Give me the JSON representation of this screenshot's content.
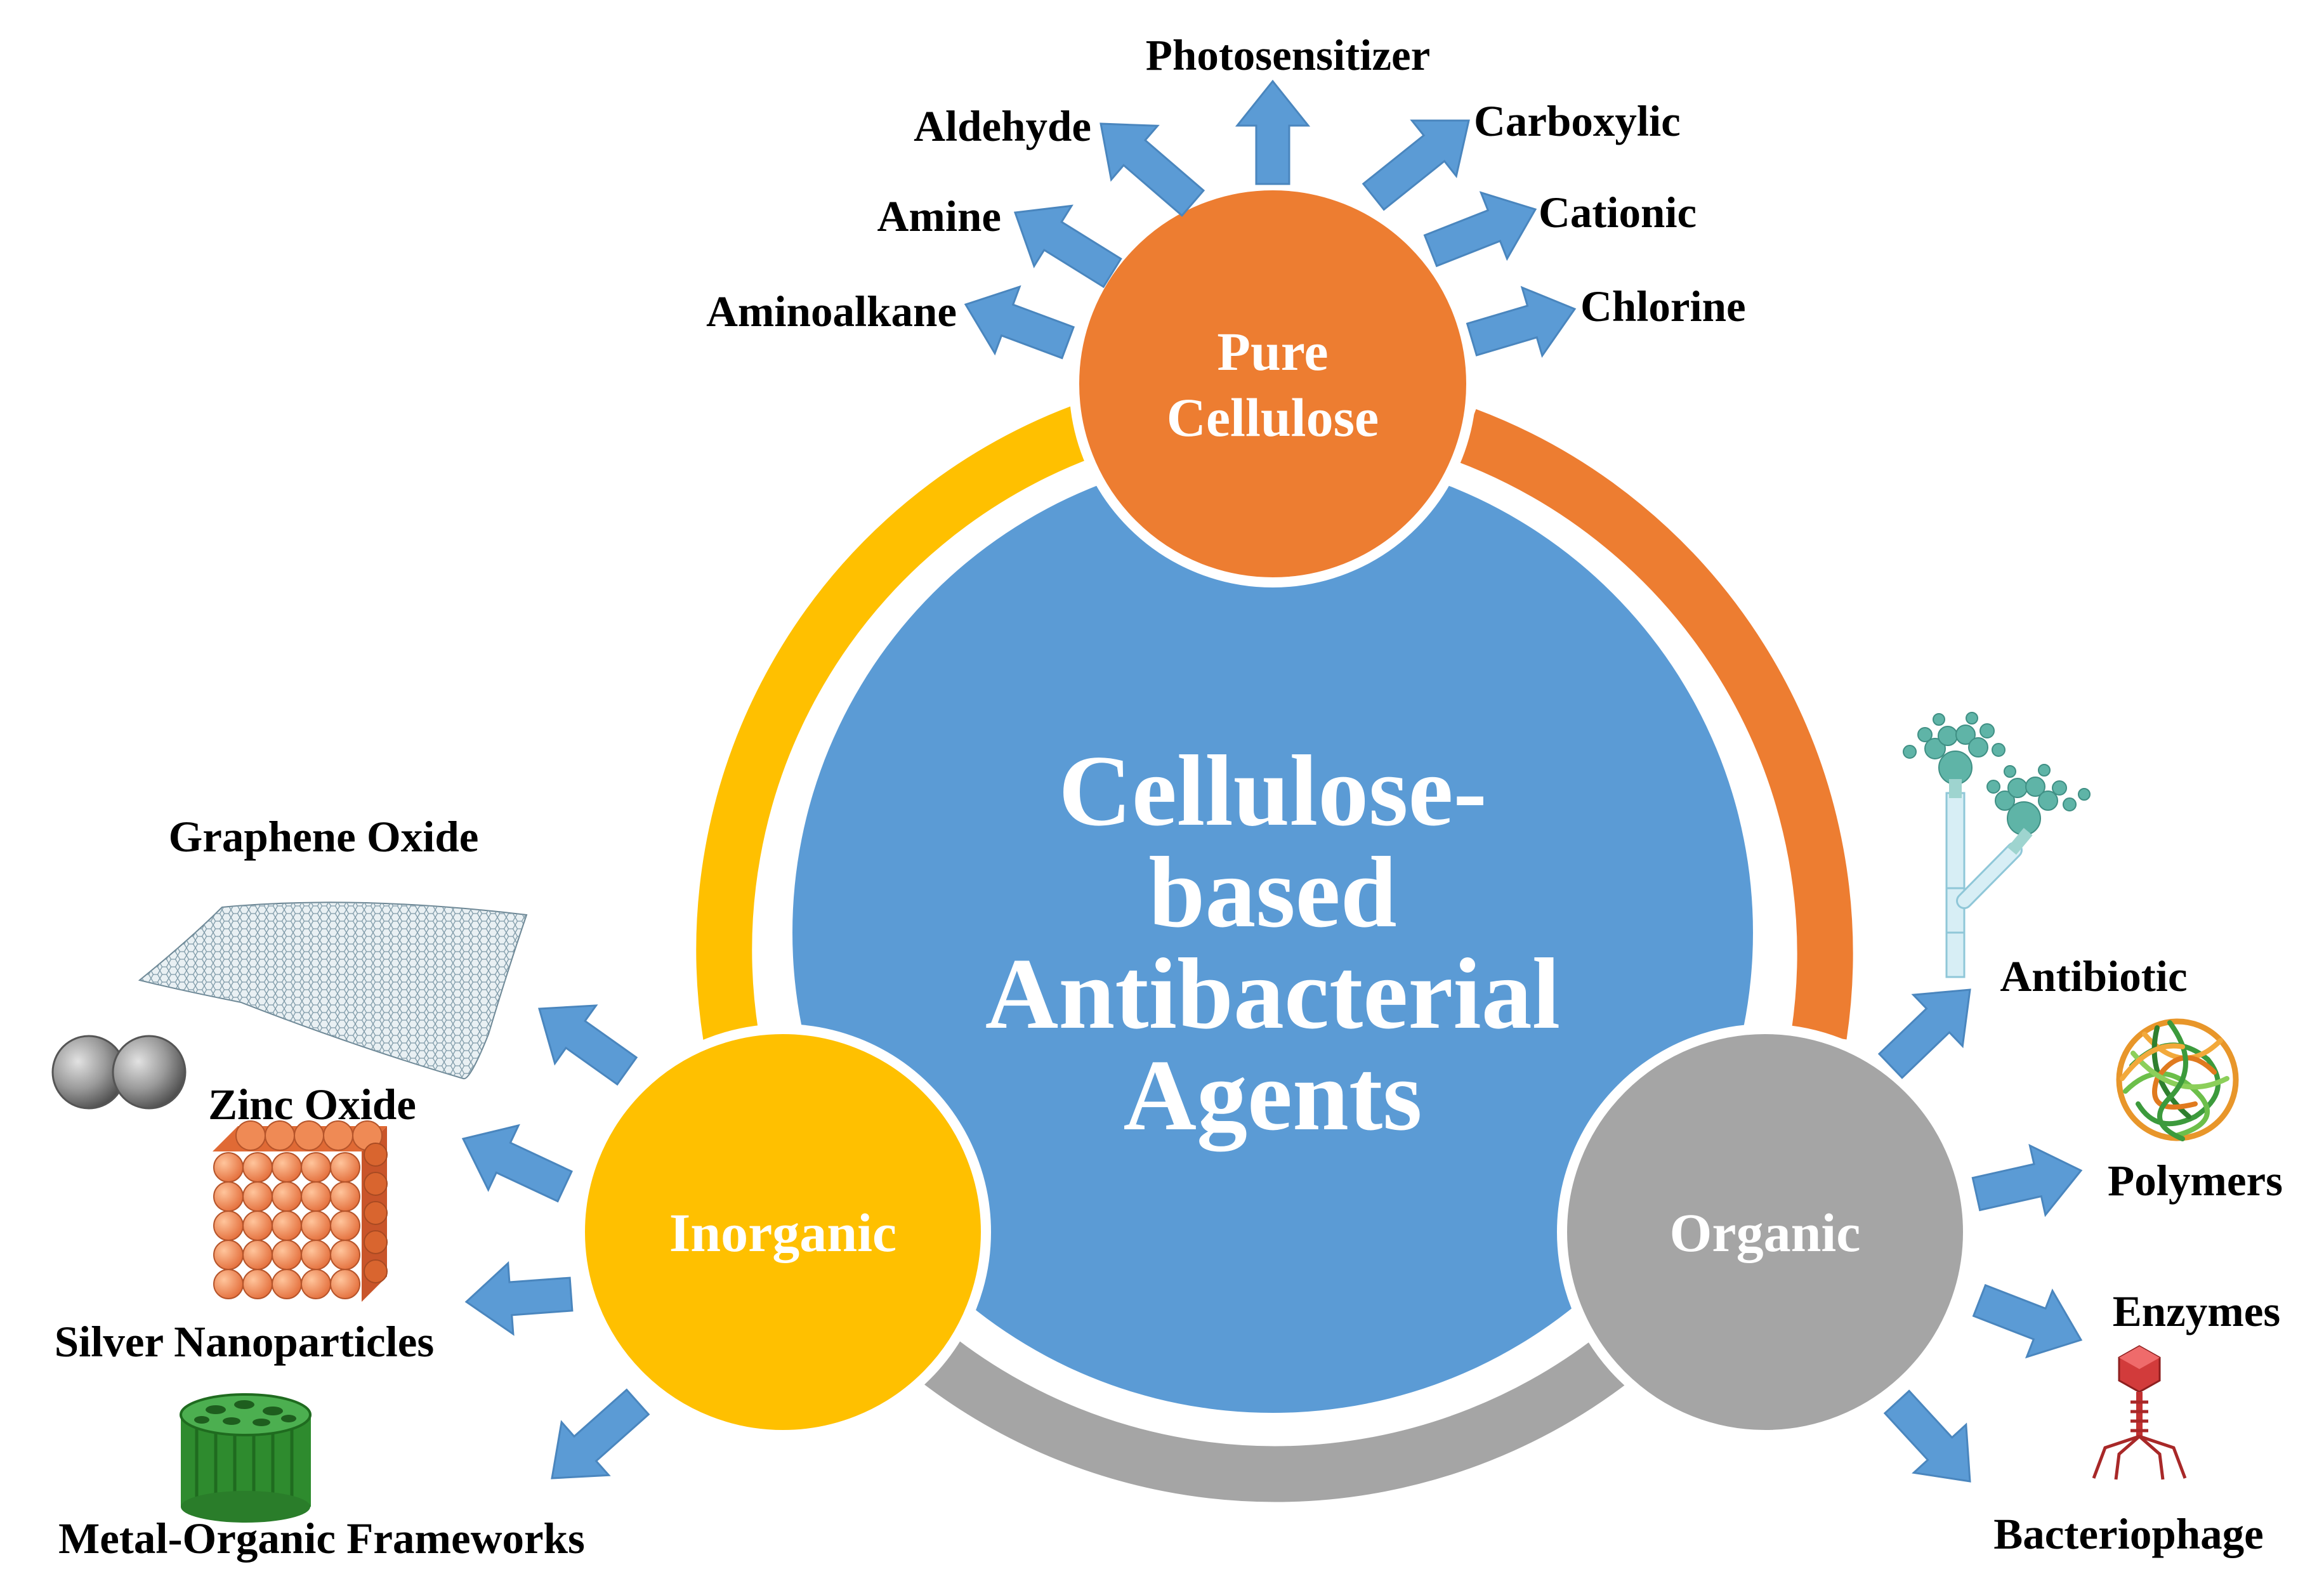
{
  "center": {
    "lines": [
      "Cellulose-",
      "based",
      "Antibacterial",
      "Agents"
    ]
  },
  "nodes": {
    "pure": {
      "lines": [
        "Pure",
        "Cellulose"
      ]
    },
    "inorganic": {
      "label": "Inorganic"
    },
    "organic": {
      "label": "Organic"
    }
  },
  "pure_branches": [
    "Photosensitizer",
    "Aldehyde",
    "Carboxylic",
    "Amine",
    "Cationic",
    "Aminoalkane",
    "Chlorine"
  ],
  "inorganic_branches": [
    "Graphene Oxide",
    "Zinc Oxide",
    "Silver Nanoparticles",
    "Metal-Organic Frameworks"
  ],
  "organic_branches": [
    "Antibiotic",
    "Polymers",
    "Enzymes",
    "Bacteriophage"
  ],
  "icons": [
    "graphene-sheet-icon",
    "zinc-oxide-spheres-icon",
    "silver-nanoparticle-cube-icon",
    "mof-cylinder-icon",
    "fungus-icon",
    "polymer-ball-icon",
    "bacteriophage-icon"
  ],
  "colors": {
    "center": "#5b9bd5",
    "pure": "#ed7d31",
    "inorganic": "#ffc000",
    "organic": "#a5a5a5",
    "arrow": "#5b9bd5",
    "arrow_stroke": "#4a86be"
  }
}
